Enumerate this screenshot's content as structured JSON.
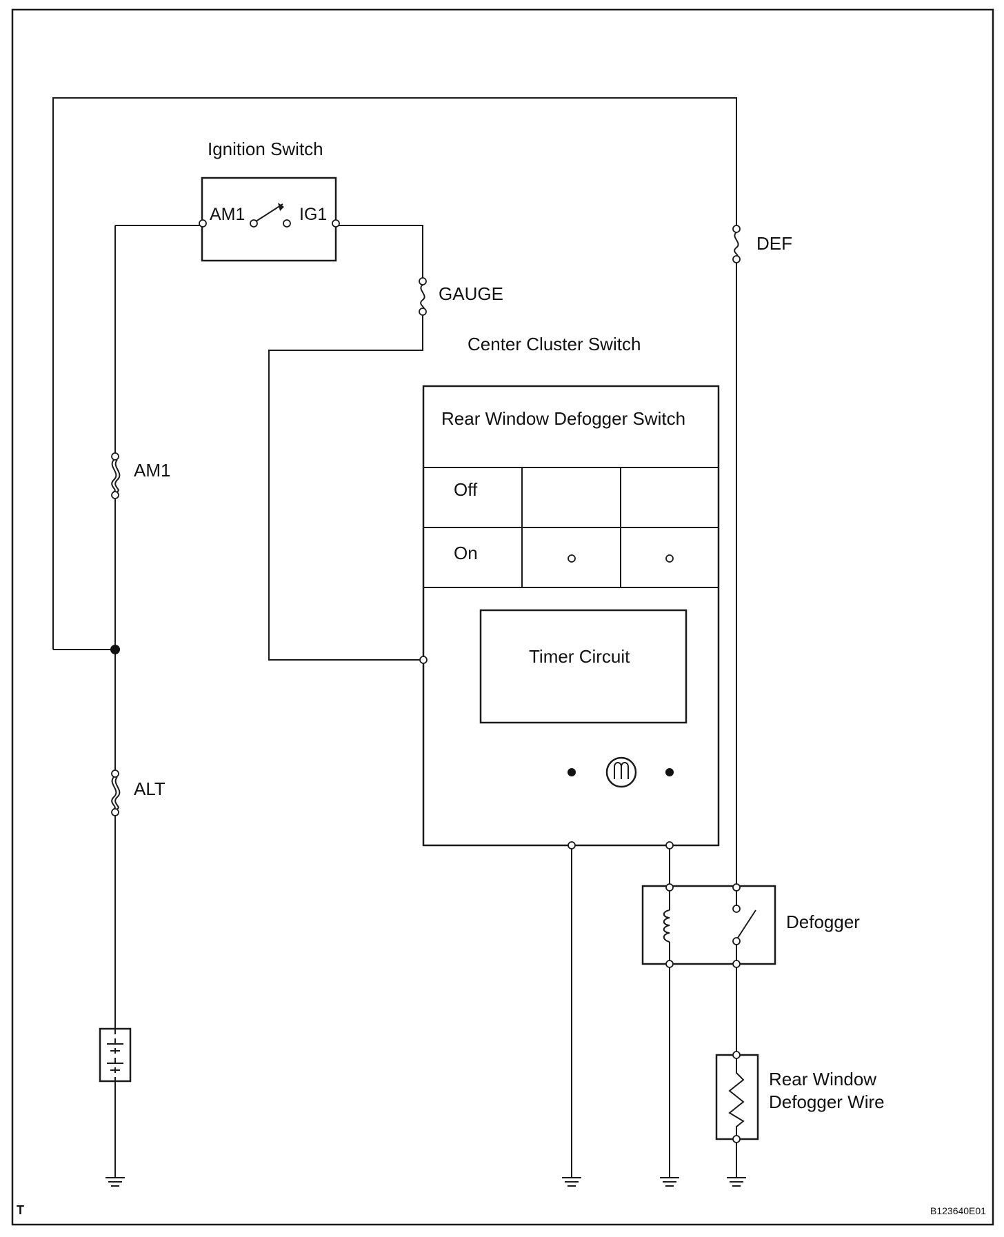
{
  "labels": {
    "ignition_switch": "Ignition Switch",
    "am1_terminal": "AM1",
    "ig1_terminal": "IG1",
    "gauge_fuse": "GAUGE",
    "def_fuse": "DEF",
    "am1_fuse": "AM1",
    "alt_fuse": "ALT",
    "center_cluster_switch": "Center Cluster Switch",
    "rear_window_defogger_switch": "Rear Window Defogger Switch",
    "switch_off": "Off",
    "switch_on": "On",
    "timer_circuit": "Timer Circuit",
    "defogger": "Defogger",
    "defogger_wire_line1": "Rear Window",
    "defogger_wire_line2": "Defogger Wire",
    "corner_mark": "T",
    "figure_code": "B123640E01"
  },
  "colors": {
    "line": "#1a1a1a",
    "background": "#ffffff"
  }
}
